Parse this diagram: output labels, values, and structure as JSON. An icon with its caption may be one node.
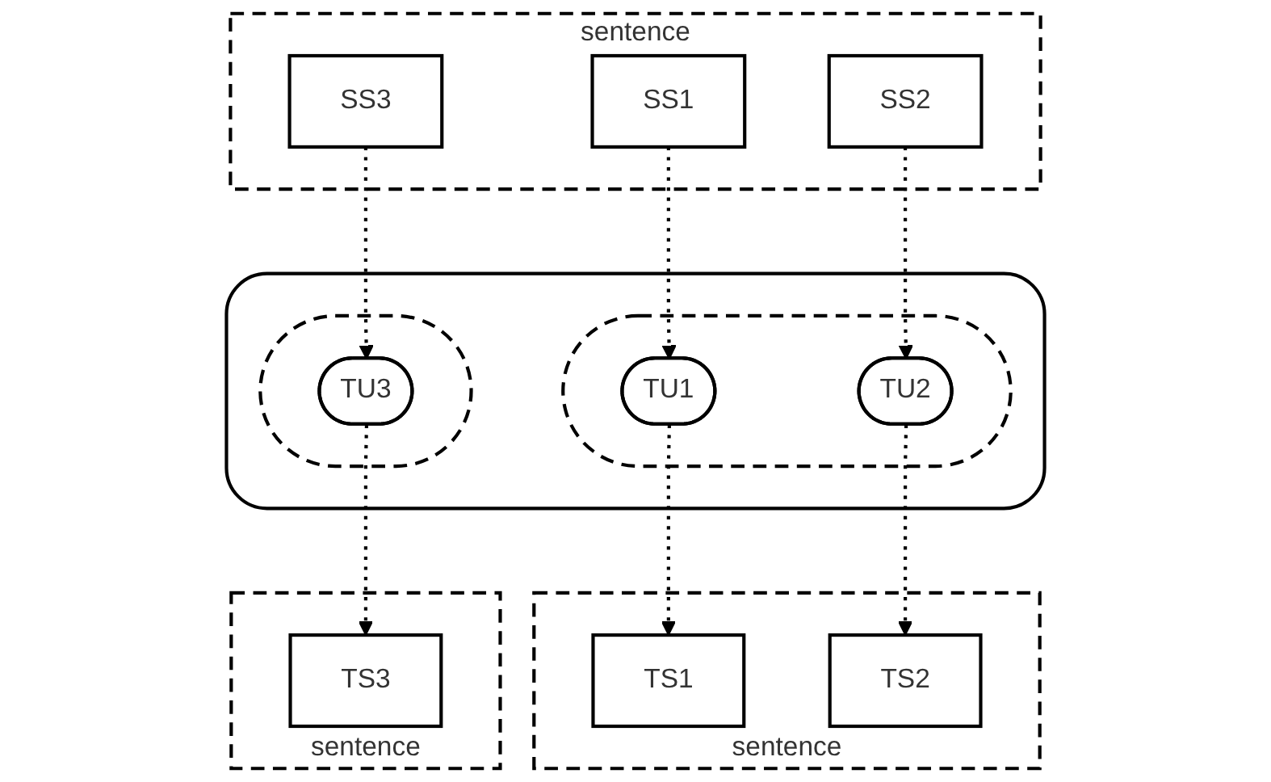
{
  "diagram": {
    "nodes": [
      {
        "text": [
          "sentence"
        ]
      },
      {
        "text": [
          "SS1"
        ],
        "in": 0
      },
      {
        "text": [
          "SS2"
        ],
        "in": 0
      },
      {
        "text": [
          "SS3"
        ],
        "in": 0
      },
      {
        "text": [],
        "shape": "box"
      },
      {
        "text": [],
        "shape": "ellipse",
        "in": 4
      },
      {
        "text": [
          "TU1"
        ],
        "in": 5
      },
      {
        "text": [
          "TU2"
        ],
        "in": 5
      },
      {
        "text": [],
        "shape": "ellipse",
        "in": 4
      },
      {
        "text": [
          "TU3"
        ],
        "in": 8
      },
      {
        "text": [
          "sentence"
        ]
      },
      {
        "text": [
          "TS1"
        ],
        "in": 10
      },
      {
        "text": [
          "TS2"
        ],
        "in": 10
      },
      {
        "text": [
          "sentence"
        ]
      },
      {
        "text": [
          "TS3"
        ],
        "in": 13
      }
    ],
    "edges": [
      {
        "from": 1,
        "to": 6,
        "arrow": "to",
        "style": "dashed"
      },
      {
        "from": 2,
        "to": 7,
        "arrow": "to",
        "style": "dashed"
      },
      {
        "from": 3,
        "to": 9,
        "arrow": "to",
        "style": "dashed"
      },
      {
        "from": 6,
        "to": 11,
        "arrow": "to",
        "style": "dashed"
      },
      {
        "from": 7,
        "to": 12,
        "arrow": "to",
        "style": "dashed"
      },
      {
        "from": 9,
        "to": 14,
        "arrow": "to",
        "style": "dashed"
      }
    ]
  }
}
